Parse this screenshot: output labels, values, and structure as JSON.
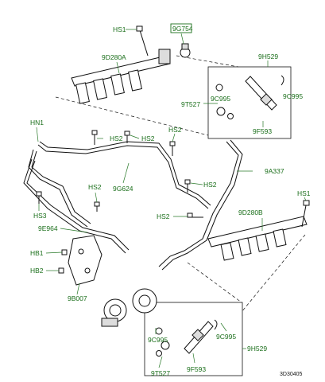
{
  "diagram_id": "3D30405",
  "callouts": {
    "hs1_top": "HS1",
    "p9g754": "9G754",
    "p9d280a": "9D280A",
    "p9h529_top": "9H529",
    "p9t527_top": "9T527",
    "p9c995_top_left": "9C995",
    "p9c995_top_right": "9C995",
    "p9f593_top": "9F593",
    "hn1": "HN1",
    "hs2_a": "HS2",
    "hs2_b": "HS2",
    "hs2_c": "HS2",
    "hs2_d": "HS2",
    "hs2_e": "HS2",
    "hs2_f": "HS2",
    "p9g624": "9G624",
    "p9a337": "9A337",
    "hs3": "HS3",
    "hs1_right": "HS1",
    "p9d280b": "9D280B",
    "p9e964": "9E964",
    "hb1": "HB1",
    "hb2": "HB2",
    "p9b007": "9B007",
    "p9c995_bot_left": "9C995",
    "p9c995_bot_right": "9C995",
    "p9h529_bot": "9H529",
    "p9t527_bot": "9T527",
    "p9f593_bot": "9F593"
  }
}
